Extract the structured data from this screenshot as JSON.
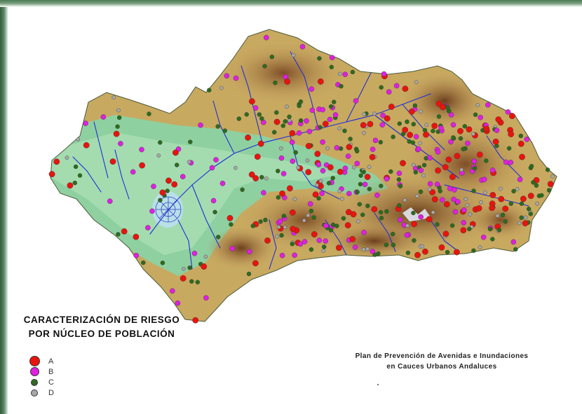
{
  "legend": {
    "title_line1": "CARACTERIZACIÓN DE RIESGO",
    "title_line2": "POR NÚCLEO DE POBLACIÓN",
    "items": [
      {
        "label": "A",
        "color": "#e8140f"
      },
      {
        "label": "B",
        "color": "#e020e0"
      },
      {
        "label": "C",
        "color": "#2e6b1e"
      },
      {
        "label": "D",
        "color": "#a8a8a8"
      }
    ]
  },
  "caption": {
    "line1": "Plan de Prevención de Avenidas e Inundaciones",
    "line2": "en Cauces Urbanos Andaluces"
  },
  "colors": {
    "lowland": "#8fd0a0",
    "upland": "#c7a860",
    "mountain": "#8a5b30",
    "river": "#1f2fd6"
  }
}
